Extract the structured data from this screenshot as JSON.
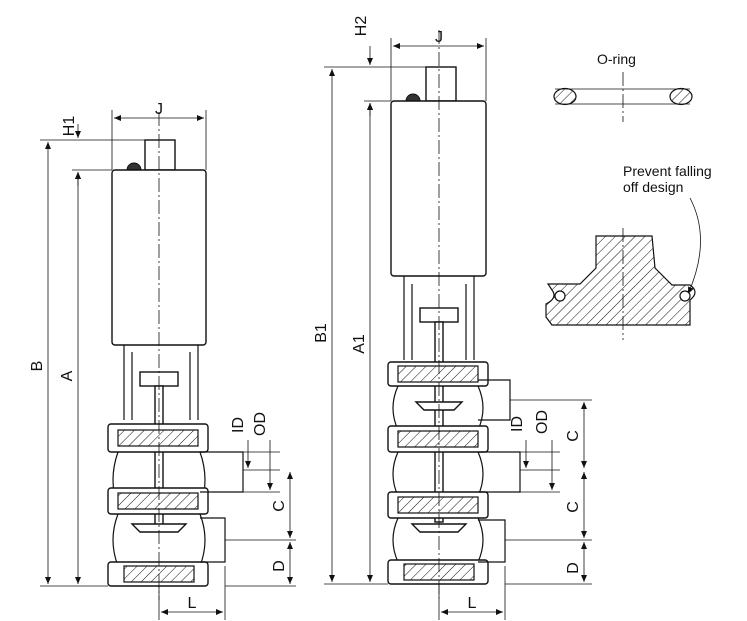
{
  "labels": {
    "left": {
      "B": "B",
      "A": "A",
      "H1": "H1",
      "J": "J",
      "ID": "ID",
      "OD": "OD",
      "C": "C",
      "D": "D",
      "L": "L"
    },
    "middle": {
      "B1": "B1",
      "A1": "A1",
      "H2": "H2",
      "J": "J",
      "ID": "ID",
      "OD": "OD",
      "C_upper": "C",
      "C_lower": "C",
      "D": "D",
      "L": "L"
    }
  },
  "notes": {
    "oring": "O-ring",
    "prevent_line1": "Prevent falling",
    "prevent_line2": "off design"
  }
}
